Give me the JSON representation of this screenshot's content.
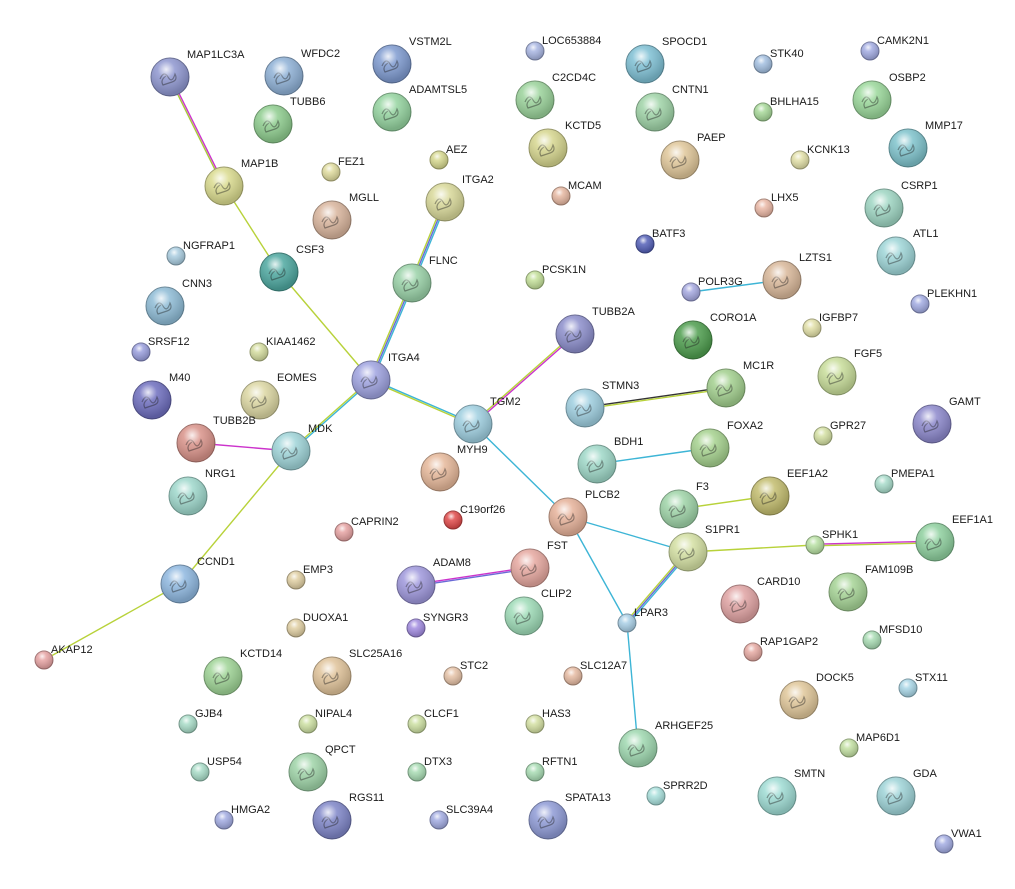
{
  "network": {
    "nodes": [
      {
        "id": "MAP1LC3A",
        "label": "MAP1LC3A",
        "color": "#8f97d0",
        "size": "big"
      },
      {
        "id": "WFDC2",
        "label": "WFDC2",
        "color": "#8fb1d6",
        "size": "big"
      },
      {
        "id": "VSTM2L",
        "label": "VSTM2L",
        "color": "#7f9bd0",
        "size": "big"
      },
      {
        "id": "LOC653884",
        "label": "LOC653884",
        "color": "#a9b6e2",
        "size": "small"
      },
      {
        "id": "SPOCD1",
        "label": "SPOCD1",
        "color": "#7fc0d4",
        "size": "big"
      },
      {
        "id": "STK40",
        "label": "STK40",
        "color": "#a3bfe0",
        "size": "small"
      },
      {
        "id": "CAMK2N1",
        "label": "CAMK2N1",
        "color": "#a3ace2",
        "size": "small"
      },
      {
        "id": "TUBB6",
        "label": "TUBB6",
        "color": "#8fcd8f",
        "size": "big"
      },
      {
        "id": "ADAMTSL5",
        "label": "ADAMTSL5",
        "color": "#95d4a0",
        "size": "big"
      },
      {
        "id": "C2CD4C",
        "label": "C2CD4C",
        "color": "#9bd39b",
        "size": "big"
      },
      {
        "id": "CNTN1",
        "label": "CNTN1",
        "color": "#a0d4a8",
        "size": "big"
      },
      {
        "id": "BHLHA15",
        "label": "BHLHA15",
        "color": "#a8d99a",
        "size": "small"
      },
      {
        "id": "OSBP2",
        "label": "OSBP2",
        "color": "#9bd89b",
        "size": "big"
      },
      {
        "id": "KCTD5",
        "label": "KCTD5",
        "color": "#d6d68f",
        "size": "big"
      },
      {
        "id": "PAEP",
        "label": "PAEP",
        "color": "#e0c79a",
        "size": "big"
      },
      {
        "id": "MMP17",
        "label": "MMP17",
        "color": "#7fc3cc",
        "size": "big"
      },
      {
        "id": "AEZ",
        "label": "AEZ",
        "color": "#d6d88f",
        "size": "small"
      },
      {
        "id": "MAP1B",
        "label": "MAP1B",
        "color": "#dadb8f",
        "size": "big"
      },
      {
        "id": "FEZ1",
        "label": "FEZ1",
        "color": "#e0dc9f",
        "size": "small"
      },
      {
        "id": "ITGA2",
        "label": "ITGA2",
        "color": "#d9d99a",
        "size": "big"
      },
      {
        "id": "MCAM",
        "label": "MCAM",
        "color": "#e6b8a2",
        "size": "small"
      },
      {
        "id": "KCNK13",
        "label": "KCNK13",
        "color": "#e2e0a8",
        "size": "small"
      },
      {
        "id": "MGLL",
        "label": "MGLL",
        "color": "#d9b59d",
        "size": "big"
      },
      {
        "id": "LHX5",
        "label": "LHX5",
        "color": "#eab8a6",
        "size": "small"
      },
      {
        "id": "CSRP1",
        "label": "CSRP1",
        "color": "#9fd6c3",
        "size": "big"
      },
      {
        "id": "CSF3",
        "label": "CSF3",
        "color": "#4ea8a0",
        "size": "big"
      },
      {
        "id": "NGFRAP1",
        "label": "NGFRAP1",
        "color": "#aacde0",
        "size": "small"
      },
      {
        "id": "BATF3",
        "label": "BATF3",
        "color": "#5561b8",
        "size": "small"
      },
      {
        "id": "ATL1",
        "label": "ATL1",
        "color": "#9fd6d8",
        "size": "big"
      },
      {
        "id": "FLNC",
        "label": "FLNC",
        "color": "#9ad2a8",
        "size": "big"
      },
      {
        "id": "PCSK1N",
        "label": "PCSK1N",
        "color": "#c4e09a",
        "size": "small"
      },
      {
        "id": "LZTS1",
        "label": "LZTS1",
        "color": "#d9b89a",
        "size": "big"
      },
      {
        "id": "POLR3G",
        "label": "POLR3G",
        "color": "#a6a9e0",
        "size": "small"
      },
      {
        "id": "PLEKHN1",
        "label": "PLEKHN1",
        "color": "#a3ace2",
        "size": "small"
      },
      {
        "id": "CNN3",
        "label": "CNN3",
        "color": "#8fbcd6",
        "size": "big"
      },
      {
        "id": "TUBB2A",
        "label": "TUBB2A",
        "color": "#8d8fcc",
        "size": "big"
      },
      {
        "id": "CORO1A",
        "label": "CORO1A",
        "color": "#4f9e4f",
        "size": "big"
      },
      {
        "id": "IGFBP7",
        "label": "IGFBP7",
        "color": "#e2e0a8",
        "size": "small"
      },
      {
        "id": "SRSF12",
        "label": "SRSF12",
        "color": "#9a9fdd",
        "size": "small"
      },
      {
        "id": "KIAA1462",
        "label": "KIAA1462",
        "color": "#d4dc9f",
        "size": "small"
      },
      {
        "id": "ITGA4",
        "label": "ITGA4",
        "color": "#9fa3e0",
        "size": "big"
      },
      {
        "id": "FGF5",
        "label": "FGF5",
        "color": "#c8dd9a",
        "size": "big"
      },
      {
        "id": "MC1R",
        "label": "MC1R",
        "color": "#a3d08f",
        "size": "big"
      },
      {
        "id": "M40",
        "label": "M40",
        "color": "#6f6fbf",
        "size": "big"
      },
      {
        "id": "EOMES",
        "label": "EOMES",
        "color": "#dcd7a3",
        "size": "big"
      },
      {
        "id": "STMN3",
        "label": "STMN3",
        "color": "#9fcfe0",
        "size": "big"
      },
      {
        "id": "GAMT",
        "label": "GAMT",
        "color": "#8d89cc",
        "size": "big"
      },
      {
        "id": "TGM2",
        "label": "TGM2",
        "color": "#9fcfe0",
        "size": "big"
      },
      {
        "id": "TUBB2B",
        "label": "TUBB2B",
        "color": "#d9938a",
        "size": "big"
      },
      {
        "id": "MDK",
        "label": "MDK",
        "color": "#9fd4d8",
        "size": "big"
      },
      {
        "id": "FOXA2",
        "label": "FOXA2",
        "color": "#a6d28f",
        "size": "big"
      },
      {
        "id": "GPR27",
        "label": "GPR27",
        "color": "#d4e0a3",
        "size": "small"
      },
      {
        "id": "MYH9",
        "label": "MYH9",
        "color": "#e6b89a",
        "size": "big"
      },
      {
        "id": "BDH1",
        "label": "BDH1",
        "color": "#9fd8c8",
        "size": "big"
      },
      {
        "id": "NRG1",
        "label": "NRG1",
        "color": "#9fd8cc",
        "size": "big"
      },
      {
        "id": "PMEPA1",
        "label": "PMEPA1",
        "color": "#a9dccb",
        "size": "small"
      },
      {
        "id": "EEF1A2",
        "label": "EEF1A2",
        "color": "#c3bd6f",
        "size": "big"
      },
      {
        "id": "C19orf26",
        "label": "C19orf26",
        "color": "#e04b4b",
        "size": "small"
      },
      {
        "id": "F3",
        "label": "F3",
        "color": "#9fd4a8",
        "size": "big"
      },
      {
        "id": "PLCB2",
        "label": "PLCB2",
        "color": "#e6b29a",
        "size": "big"
      },
      {
        "id": "CAPRIN2",
        "label": "CAPRIN2",
        "color": "#e6a3a3",
        "size": "small"
      },
      {
        "id": "EEF1A1",
        "label": "EEF1A1",
        "color": "#8fd09f",
        "size": "big"
      },
      {
        "id": "S1PR1",
        "label": "S1PR1",
        "color": "#d4e0a3",
        "size": "big"
      },
      {
        "id": "SPHK1",
        "label": "SPHK1",
        "color": "#b8e0a3",
        "size": "small"
      },
      {
        "id": "CCND1",
        "label": "CCND1",
        "color": "#8fb8e0",
        "size": "big"
      },
      {
        "id": "FST",
        "label": "FST",
        "color": "#e6a8a0",
        "size": "big"
      },
      {
        "id": "EMP3",
        "label": "EMP3",
        "color": "#e0cfa3",
        "size": "small"
      },
      {
        "id": "ADAM8",
        "label": "ADAM8",
        "color": "#9f98dc",
        "size": "big"
      },
      {
        "id": "CARD10",
        "label": "CARD10",
        "color": "#e0a3a3",
        "size": "big"
      },
      {
        "id": "FAM109B",
        "label": "FAM109B",
        "color": "#a6d496",
        "size": "big"
      },
      {
        "id": "CLIP2",
        "label": "CLIP2",
        "color": "#9fdcb8",
        "size": "big"
      },
      {
        "id": "SYNGR3",
        "label": "SYNGR3",
        "color": "#a28ce0",
        "size": "small"
      },
      {
        "id": "DUOXA1",
        "label": "DUOXA1",
        "color": "#e0cfa3",
        "size": "small"
      },
      {
        "id": "LPAR3",
        "label": "LPAR3",
        "color": "#a9cfe6",
        "size": "small"
      },
      {
        "id": "RAP1GAP2",
        "label": "RAP1GAP2",
        "color": "#e6aaa3",
        "size": "small"
      },
      {
        "id": "MFSD10",
        "label": "MFSD10",
        "color": "#a9dcb4",
        "size": "small"
      },
      {
        "id": "AKAP12",
        "label": "AKAP12",
        "color": "#e6a3a3",
        "size": "small"
      },
      {
        "id": "KCTD14",
        "label": "KCTD14",
        "color": "#9fd496",
        "size": "big"
      },
      {
        "id": "SLC25A16",
        "label": "SLC25A16",
        "color": "#e0c39a",
        "size": "big"
      },
      {
        "id": "STC2",
        "label": "STC2",
        "color": "#e6c3a8",
        "size": "small"
      },
      {
        "id": "SLC12A7",
        "label": "SLC12A7",
        "color": "#e6bba3",
        "size": "small"
      },
      {
        "id": "DOCK5",
        "label": "DOCK5",
        "color": "#e0c79a",
        "size": "big"
      },
      {
        "id": "STX11",
        "label": "STX11",
        "color": "#a9d6e6",
        "size": "small"
      },
      {
        "id": "GJB4",
        "label": "GJB4",
        "color": "#a9dcc8",
        "size": "small"
      },
      {
        "id": "NIPAL4",
        "label": "NIPAL4",
        "color": "#cde0a3",
        "size": "small"
      },
      {
        "id": "CLCF1",
        "label": "CLCF1",
        "color": "#cde0a3",
        "size": "small"
      },
      {
        "id": "HAS3",
        "label": "HAS3",
        "color": "#d4e0a3",
        "size": "small"
      },
      {
        "id": "ARHGEF25",
        "label": "ARHGEF25",
        "color": "#9fd8b0",
        "size": "big"
      },
      {
        "id": "MAP6D1",
        "label": "MAP6D1",
        "color": "#c3e0a3",
        "size": "small"
      },
      {
        "id": "USP54",
        "label": "USP54",
        "color": "#a9dcc8",
        "size": "small"
      },
      {
        "id": "QPCT",
        "label": "QPCT",
        "color": "#9fd4a8",
        "size": "big"
      },
      {
        "id": "DTX3",
        "label": "DTX3",
        "color": "#a9dcb4",
        "size": "small"
      },
      {
        "id": "RFTN1",
        "label": "RFTN1",
        "color": "#a9dcb4",
        "size": "small"
      },
      {
        "id": "SPRR2D",
        "label": "SPRR2D",
        "color": "#a9e0dc",
        "size": "small"
      },
      {
        "id": "SMTN",
        "label": "SMTN",
        "color": "#9fdcd4",
        "size": "big"
      },
      {
        "id": "GDA",
        "label": "GDA",
        "color": "#9fd4d8",
        "size": "big"
      },
      {
        "id": "HMGA2",
        "label": "HMGA2",
        "color": "#a3ace2",
        "size": "small"
      },
      {
        "id": "RGS11",
        "label": "RGS11",
        "color": "#7f86c8",
        "size": "big"
      },
      {
        "id": "SLC39A4",
        "label": "SLC39A4",
        "color": "#a3ace2",
        "size": "small"
      },
      {
        "id": "SPATA13",
        "label": "SPATA13",
        "color": "#8f9bd6",
        "size": "big"
      },
      {
        "id": "VWA1",
        "label": "VWA1",
        "color": "#a3ace2",
        "size": "small"
      }
    ],
    "edges": [
      {
        "from": "MAP1LC3A",
        "to": "MAP1B",
        "colors": [
          "#cc33cc",
          "#a8c83a"
        ]
      },
      {
        "from": "MAP1B",
        "to": "CSF3",
        "colors": [
          "#b8d23a"
        ]
      },
      {
        "from": "CSF3",
        "to": "ITGA4",
        "colors": [
          "#b8d23a"
        ]
      },
      {
        "from": "ITGA2",
        "to": "FLNC",
        "colors": [
          "#3db5d6",
          "#6a6ad6",
          "#b8d23a"
        ]
      },
      {
        "from": "FLNC",
        "to": "ITGA4",
        "colors": [
          "#3db5d6",
          "#6a6ad6",
          "#b8d23a"
        ]
      },
      {
        "from": "ITGA4",
        "to": "MDK",
        "colors": [
          "#3db5d6",
          "#b8d23a"
        ]
      },
      {
        "from": "ITGA4",
        "to": "TGM2",
        "colors": [
          "#3db5d6",
          "#b8d23a"
        ]
      },
      {
        "from": "TUBB2A",
        "to": "TGM2",
        "colors": [
          "#cc33cc",
          "#b8d23a"
        ]
      },
      {
        "from": "TUBB2B",
        "to": "MDK",
        "colors": [
          "#cc33cc"
        ]
      },
      {
        "from": "MDK",
        "to": "CCND1",
        "colors": [
          "#b8d23a"
        ]
      },
      {
        "from": "CCND1",
        "to": "AKAP12",
        "colors": [
          "#b8d23a"
        ]
      },
      {
        "from": "TGM2",
        "to": "PLCB2",
        "colors": [
          "#3db5d6"
        ]
      },
      {
        "from": "PLCB2",
        "to": "S1PR1",
        "colors": [
          "#3db5d6"
        ]
      },
      {
        "from": "PLCB2",
        "to": "LPAR3",
        "colors": [
          "#3db5d6"
        ]
      },
      {
        "from": "S1PR1",
        "to": "LPAR3",
        "colors": [
          "#3db5d6",
          "#6a6ad6",
          "#b8d23a"
        ]
      },
      {
        "from": "LPAR3",
        "to": "ARHGEF25",
        "colors": [
          "#3db5d6"
        ]
      },
      {
        "from": "S1PR1",
        "to": "SPHK1",
        "colors": [
          "#b8d23a"
        ]
      },
      {
        "from": "SPHK1",
        "to": "EEF1A1",
        "colors": [
          "#cc33cc",
          "#b8d23a"
        ]
      },
      {
        "from": "F3",
        "to": "EEF1A2",
        "colors": [
          "#b8d23a"
        ]
      },
      {
        "from": "STMN3",
        "to": "MC1R",
        "colors": [
          "#333333",
          "#b8d23a"
        ]
      },
      {
        "from": "BDH1",
        "to": "FOXA2",
        "colors": [
          "#3db5d6"
        ]
      },
      {
        "from": "ADAM8",
        "to": "FST",
        "colors": [
          "#cc33cc",
          "#6a6ad6"
        ]
      },
      {
        "from": "POLR3G",
        "to": "LZTS1",
        "colors": [
          "#3db5d6"
        ]
      }
    ]
  }
}
